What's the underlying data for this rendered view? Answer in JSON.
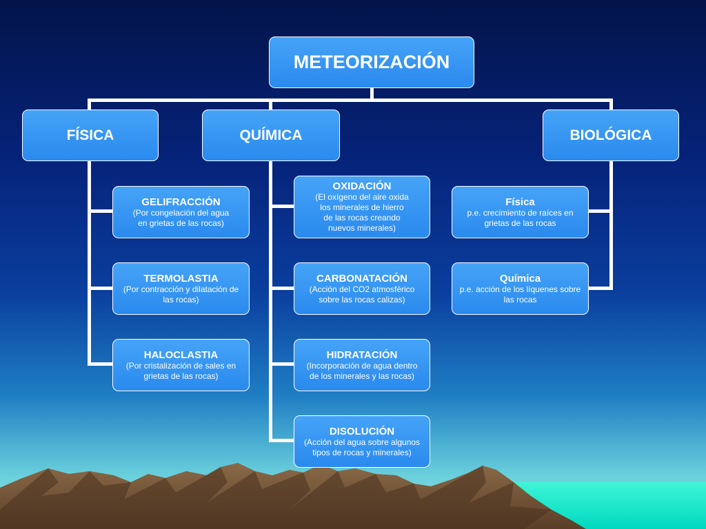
{
  "root": {
    "title": "METEORIZACIÓN"
  },
  "fisica": {
    "title": "FÍSICA",
    "items": [
      {
        "title": "GELIFRACCIÓN",
        "desc": "(Por congelación del agua\nen grietas de las rocas)"
      },
      {
        "title": "TERMOLASTIA",
        "desc": "(Por contracción y dilatación de\nlas rocas)"
      },
      {
        "title": "HALOCLASTIA",
        "desc": "(Por cristalización de sales en\ngrietas de las rocas)"
      }
    ]
  },
  "quimica": {
    "title": "QUÍMICA",
    "items": [
      {
        "title": "OXIDACIÓN",
        "desc": "(El oxígeno del aire oxida\nlos minerales de hierro\nde las rocas creando\nnuevos minerales)"
      },
      {
        "title": "CARBONATACIÓN",
        "desc": "(Acción del CO2 atmosférico\nsobre las rocas calizas)"
      },
      {
        "title": "HIDRATACIÓN",
        "desc": "(Incorporación de agua dentro\nde los minerales y las rocas)"
      },
      {
        "title": "DISOLUCIÓN",
        "desc": "(Acción del agua sobre algunos\ntipos de rocas y minerales)"
      }
    ]
  },
  "biologica": {
    "title": "BIOLÓGICA",
    "items": [
      {
        "title": "Física",
        "desc": "p.e. crecimiento de raíces en\ngrietas de las rocas"
      },
      {
        "title": "Química",
        "desc": "p.e. acción de los líquenes sobre\nlas rocas"
      }
    ]
  },
  "colors": {
    "box": "#2a8aee",
    "connector": "#ffffff",
    "mountains": "#7a5a3c",
    "sea": "#00f0c8"
  }
}
